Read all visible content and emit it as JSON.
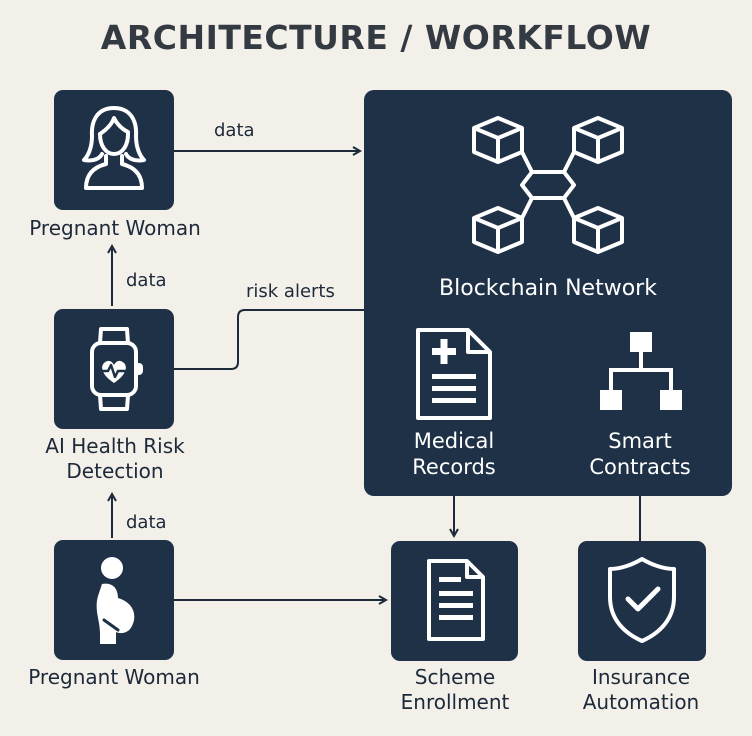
{
  "title": "ARCHITECTURE / WORKFLOW",
  "colors": {
    "box": "#1f3147",
    "background": "#f3efe9",
    "line": "#1c2a3a",
    "icon": "#ffffff"
  },
  "nodes": {
    "pregnant_woman_top": {
      "label": "Pregnant Woman",
      "icon": "woman-icon"
    },
    "ai_health": {
      "label_line1": "AI Health Risk",
      "label_line2": "Detection",
      "icon": "smartwatch-heart-icon"
    },
    "pregnant_woman_bottom": {
      "label": "Pregnant Woman",
      "icon": "pregnant-icon"
    },
    "blockchain": {
      "label": "Blockchain Network",
      "icon": "blockchain-cubes-icon",
      "medical_line1": "Medical",
      "medical_line2": "Records",
      "medical_icon": "medical-document-icon",
      "contracts_line1": "Smart",
      "contracts_line2": "Contracts",
      "contracts_icon": "hierarchy-icon"
    },
    "scheme": {
      "label_line1": "Scheme",
      "label_line2": "Enrollment",
      "icon": "document-icon"
    },
    "insurance": {
      "label_line1": "Insurance",
      "label_line2": "Automation",
      "icon": "shield-check-icon"
    }
  },
  "edges": {
    "woman_to_blockchain": "data",
    "ai_to_woman": "data",
    "ai_to_blockchain": "risk alerts",
    "pregnant_to_ai": "data"
  }
}
